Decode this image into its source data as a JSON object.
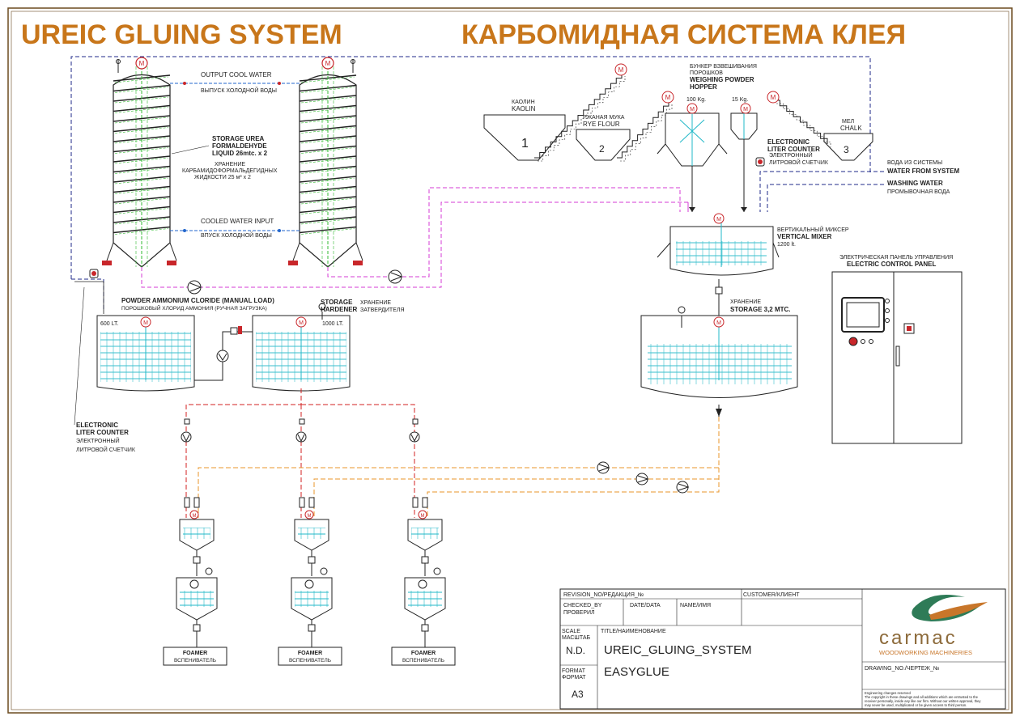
{
  "header": {
    "title_en": "UREIC GLUING SYSTEM",
    "title_ru": "КАРБОМИДНАЯ СИСТЕМА КЛЕЯ"
  },
  "colors": {
    "title": "#c8761a",
    "frame": "#6b4a1f",
    "dashed_blue": "#1f2a8a",
    "magenta": "#d63bd6",
    "red": "#d32020",
    "orange": "#e8962a",
    "green": "#33bb33",
    "cyan": "#22b8c8",
    "accent_red": "#c8262a",
    "logo": "#8c6a3a"
  },
  "motor_symbol": "M",
  "silos": {
    "storage_en": [
      "STORAGE UREA",
      "FORMALDEHYDE",
      "LIQUID 26mtc. x 2"
    ],
    "storage_ru": [
      "ХРАНЕНИЕ",
      "КАРБАМИДОФОРМАЛЬДЕГИДНЫХ",
      "ЖИДКОСТИ 25 м³ x 2"
    ],
    "output_en": "OUTPUT COOL WATER",
    "output_ru": "ВЫПУСК ХОЛОДНОЙ ВОДЫ",
    "input_en": "COOLED WATER INPUT",
    "input_ru": "ВПУСК ХОЛОДНОЙ ВОДЫ"
  },
  "hoppers": {
    "kaolin_ru": "КАОЛИН",
    "kaolin_en": "KAOLIN",
    "kaolin_num": "1",
    "rye_ru": "РЖАНАЯ МУКА",
    "rye_en": "RYE FLOUR",
    "rye_num": "2",
    "chalk_ru": "МЕЛ",
    "chalk_en": "CHALK",
    "chalk_num": "3",
    "weigh_ru": [
      "БУНКЕР ВЗВЕШИВАНИЯ",
      "ПОРОШКОВ"
    ],
    "weigh_en": [
      "WEIGHING POWDER",
      "HOPPER"
    ],
    "weigh_100": "100 Kg.",
    "weigh_15": "15 Kg."
  },
  "counter_right": {
    "en": [
      "ELECTRONIC",
      "LITER COUNTER"
    ],
    "ru": [
      "ЭЛЕКТРОННЫЙ",
      "ЛИТРОВОЙ СЧЕТЧИК"
    ]
  },
  "water": {
    "system_ru": "ВОДА ИЗ СИСТЕМЫ",
    "system_en": "WATER FROM SYSTEM",
    "washing_en": "WASHING WATER",
    "washing_ru": "ПРОМЫВОЧНАЯ ВОДА"
  },
  "mixer": {
    "ru": "ВЕРТИКАЛЬНЫЙ МИКСЕР",
    "en": "VERTICAL MIXER",
    "volume": "1200 lt."
  },
  "storage": {
    "ru": "ХРАНЕНИЕ",
    "en": "STORAGE 3,2 MTC."
  },
  "panel": {
    "ru": "ЭЛЕКТРИЧЕСКАЯ ПАНЕЛЬ УПРАВЛЕНИЯ",
    "en": "ELECTRIC CONTROL PANEL"
  },
  "ammonium": {
    "en": "POWDER AMMONIUM CLORIDE (MANUAL LOAD)",
    "ru": "ПОРОШКОВЫЙ ХЛОРИД АММОНИЯ (РУЧНАЯ ЗАГРУЗКА)",
    "volume": "600 LT."
  },
  "hardener": {
    "en": [
      "STORAGE",
      "HARDENER"
    ],
    "ru": [
      "ХРАНЕНИЕ",
      "ЗАТВЕРДИТЕЛЯ"
    ],
    "volume": "1000 LT."
  },
  "counter_left": {
    "en": [
      "ELECTRONIC",
      "LITER COUNTER"
    ],
    "ru": [
      "ЭЛЕКТРОННЫЙ",
      "ЛИТРОВОЙ СЧЕТЧИК"
    ]
  },
  "foamers": [
    {
      "en": "FOAMER",
      "ru": "ВСПЕНИВАТЕЛЬ"
    },
    {
      "en": "FOAMER",
      "ru": "ВСПЕНИВАТЕЛЬ"
    },
    {
      "en": "FOAMER",
      "ru": "ВСПЕНИВАТЕЛЬ"
    }
  ],
  "titleblock": {
    "revision": "REVISION_NO/РЕДАКЦИЯ_№",
    "checked": "CHECKED_BY",
    "checked_ru": "ПРОВЕРИЛ",
    "date": "DATE/DATA",
    "name": "NAME/ИМЯ",
    "customer": "CUSTOMER/КЛИЕНТ",
    "scale": "SCALE",
    "scale_ru": "МАСШТАБ",
    "scale_val": "N.D.",
    "title_label": "TITLE/НАИМЕНОВАНИЕ",
    "title_1": "UREIC_GLUING_SYSTEM",
    "title_2": "EASYGLUE",
    "format": "FORMAT",
    "format_ru": "ФОРМАТ",
    "format_val": "A3",
    "drawing": "DRAWING_NO./ЧЕРТЕЖ_№",
    "notice": [
      "Engineering changes reserved",
      "The copyright in these drawings and all additions which are entrusted to the",
      "receiver personally, inside any like our firm. Without our written approval, they",
      "may never be used, multiplicated or be given access to third person."
    ]
  },
  "logo": {
    "brand": "carmac",
    "tagline": "WOODWORKING MACHINERIES"
  }
}
